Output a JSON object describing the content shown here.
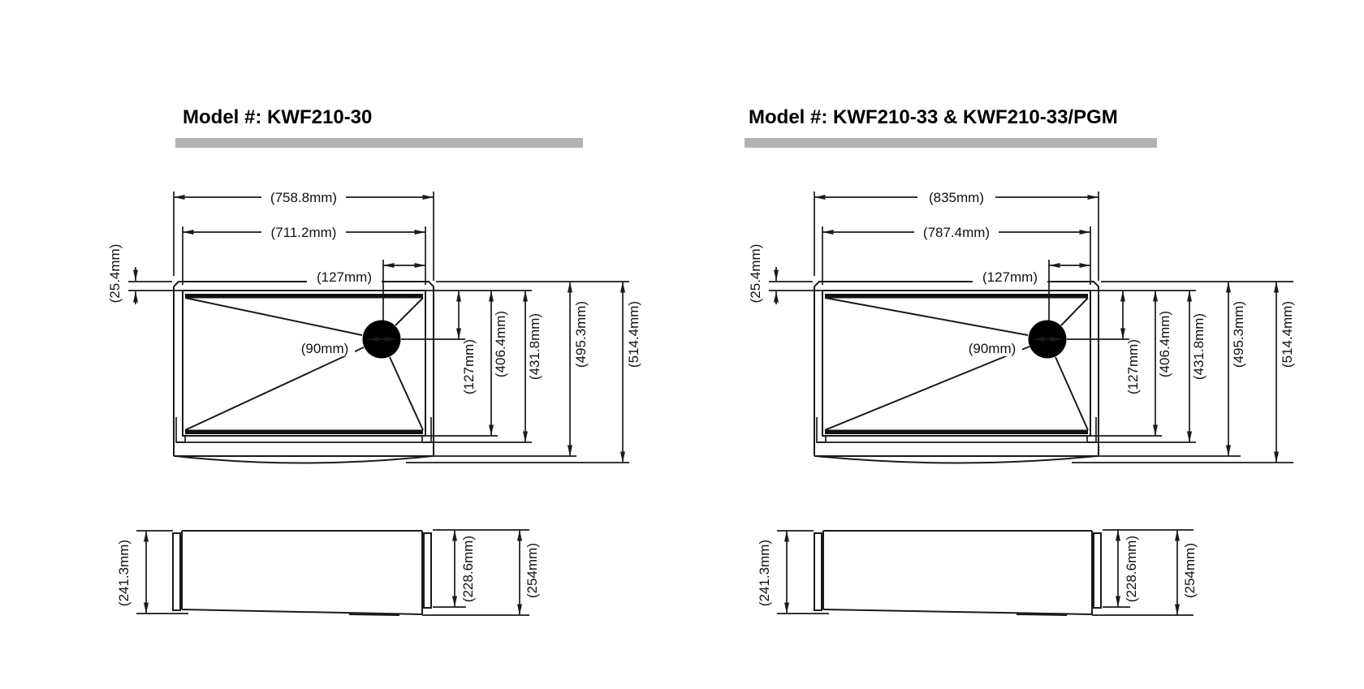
{
  "colors": {
    "line": "#1a1a1a",
    "title_bar": "#b2b2b2",
    "background": "#ffffff"
  },
  "diagrams": [
    {
      "title": "Model #: KWF210-30",
      "top_view": {
        "overall_width": "(758.8mm)",
        "bowl_width": "(711.2mm)",
        "drain_to_edge": "(127mm)",
        "rim_width": "(25.4mm)",
        "drain_diameter": "(90mm)",
        "drain_to_top": "(127mm)",
        "bowl_front_to_back": "(406.4mm)",
        "bowl_outer_front_to_back": "(431.8mm)",
        "depth_to_apron": "(495.3mm)",
        "overall_front_to_back": "(514.4mm)"
      },
      "side_view": {
        "apron_height": "(241.3mm)",
        "inner_height": "(228.6mm)",
        "overall_height": "(254mm)"
      }
    },
    {
      "title": "Model #: KWF210-33 & KWF210-33/PGM",
      "top_view": {
        "overall_width": "(835mm)",
        "bowl_width": "(787.4mm)",
        "drain_to_edge": "(127mm)",
        "rim_width": "(25.4mm)",
        "drain_diameter": "(90mm)",
        "drain_to_top": "(127mm)",
        "bowl_front_to_back": "(406.4mm)",
        "bowl_outer_front_to_back": "(431.8mm)",
        "depth_to_apron": "(495.3mm)",
        "overall_front_to_back": "(514.4mm)"
      },
      "side_view": {
        "apron_height": "(241.3mm)",
        "inner_height": "(228.6mm)",
        "overall_height": "(254mm)"
      }
    }
  ]
}
